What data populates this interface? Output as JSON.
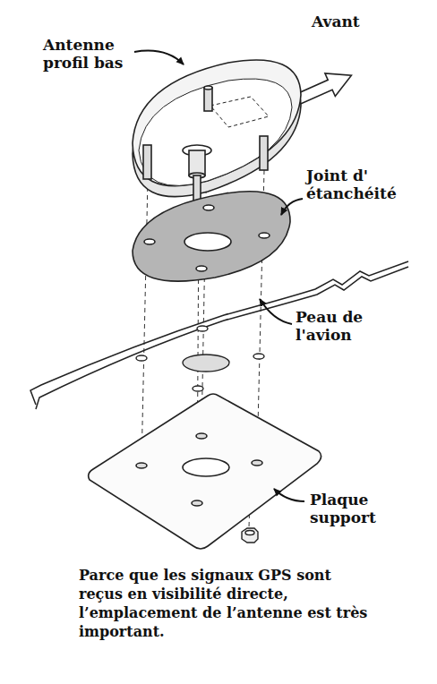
{
  "diagram": {
    "caption": "Parce que les signaux GPS sont reçus en visibilité directe, l’emplacement de l’antenne est très important.",
    "labels": [
      "Avant",
      "Antenne profil bas",
      "Joint d' étanchéité",
      "Peau de l'avion",
      "Plaque support"
    ]
  }
}
